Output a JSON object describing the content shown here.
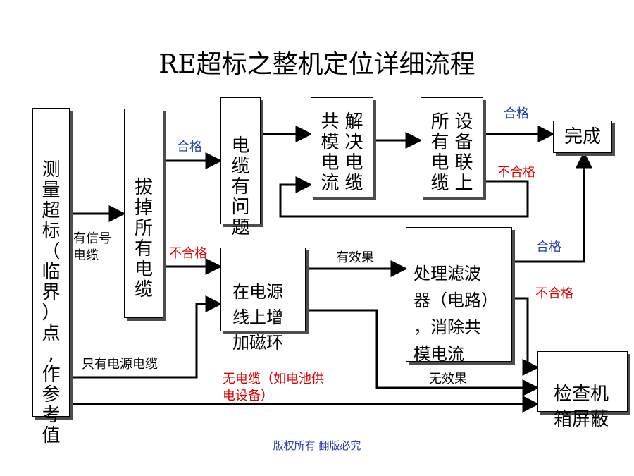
{
  "title": "RE超标之整机定位详细流程",
  "boxes": {
    "measure": "测\n量\n超\n标\n（\n临\n界\n）\n点\n,\n作\n参\n考\n值",
    "unplug": "拔\n掉\n所\n有\n电\n缆",
    "cable_problem": "电\n缆\n有\n问\n题",
    "solve_cm_left": "共\n模\n电\n流",
    "solve_cm_right": "解\n决\n电\n缆",
    "all_cables_left": "所\n有\n电\n缆",
    "all_cables_right": "设\n备\n联\n上",
    "done": "完成",
    "ferrite": "在电源\n线上增\n加磁环",
    "filter": "处理滤波\n器（电路）\n，消除共\n模电流",
    "shield": "检查机\n箱屏蔽"
  },
  "labels": {
    "pass1": "合格",
    "pass2": "合格",
    "pass3": "合格",
    "fail1": "不合格",
    "fail2": "不合格",
    "fail3": "不合格",
    "signal_cable": "有信号\n电缆",
    "effective": "有效果",
    "power_only": "只有电源电缆",
    "no_cable": "无电缆（如电池供\n电设备）",
    "no_effect": "无效果"
  },
  "colors": {
    "pass": "#1f3fb0",
    "fail": "#e00000",
    "shadow": "#4d4d4d"
  },
  "footer": "版权所有 翻版必究"
}
